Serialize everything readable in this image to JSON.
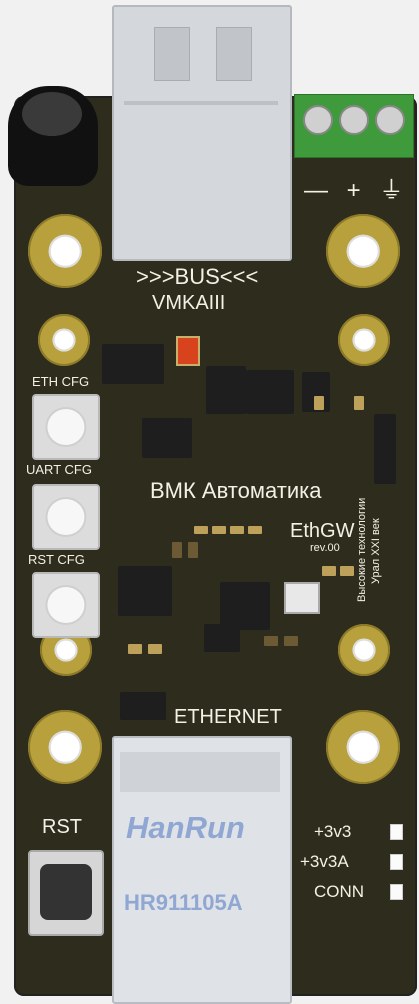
{
  "board": {
    "bus_marking": ">>>BUS<<<",
    "chip_marking": "VMKAIII",
    "button_labels": [
      "ETH CFG",
      "UART CFG",
      "RST CFG"
    ],
    "brand": "ВМК Автоматика",
    "product": "EthGW",
    "revision": "rev.00",
    "side_text_1": "Высокие технологии",
    "side_text_2": "Урал XXI век",
    "ethernet_label": "ETHERNET",
    "rst_label": "RST",
    "led_labels": [
      "+3v3",
      "+3v3A",
      "CONN"
    ],
    "terminal_marks": "— + ⏚"
  },
  "connector": {
    "brand": "HanRun",
    "model": "HR911105A"
  },
  "colors": {
    "pcb": "#2d2c1d",
    "pad_gold": "#b8a13c",
    "terminal_green": "#3e9a3a",
    "silkscreen": "#f4f1e4"
  }
}
